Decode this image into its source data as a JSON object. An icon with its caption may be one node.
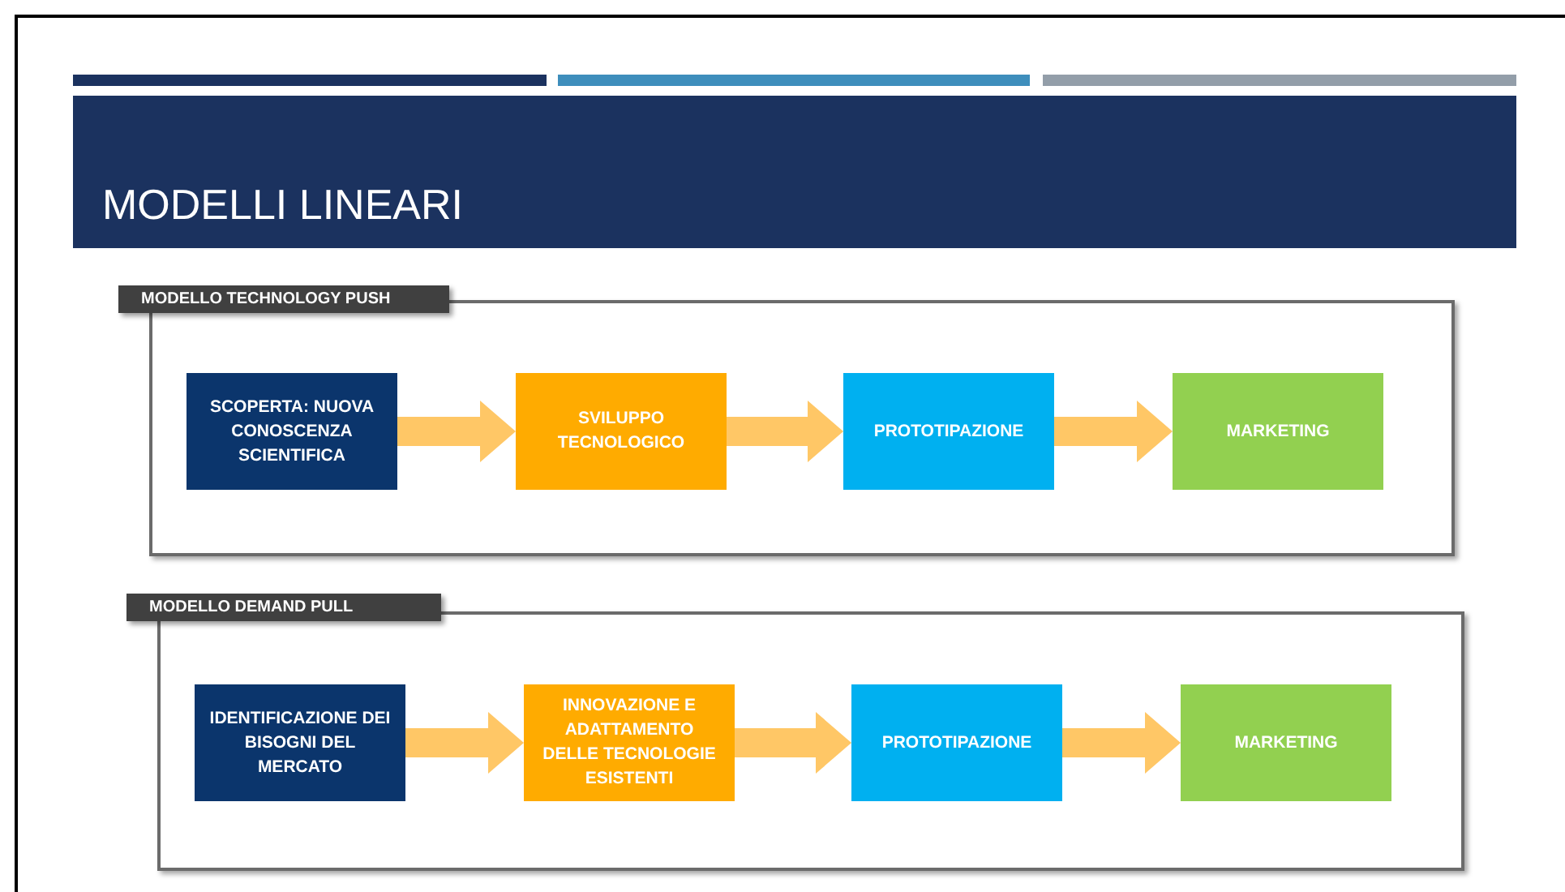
{
  "diagram": {
    "title": "MODELLI LINEARI",
    "nodes": [
      {
        "text": [
          "MODELLO TECHNOLOGY PUSH"
        ]
      },
      {
        "text": [
          "SCOPERTA: NUOVA CONOSCENZA SCIENTIFICA"
        ],
        "in": 0
      },
      {
        "text": [
          "SVILUPPO TECNOLOGICO"
        ],
        "in": 0
      },
      {
        "text": [
          "PROTOTIPAZIONE"
        ],
        "in": 0
      },
      {
        "text": [
          "MARKETING"
        ],
        "in": 0
      },
      {
        "text": [
          "MODELLO DEMAND PULL"
        ]
      },
      {
        "text": [
          "IDENTIFICAZIONE DEI BISOGNI DEL MERCATO"
        ],
        "in": 5
      },
      {
        "text": [
          "INNOVAZIONE E ADATTAMENTO DELLE TECNOLOGIE ESISTENTI"
        ],
        "in": 5
      },
      {
        "text": [
          "PROTOTIPAZIONE"
        ],
        "in": 5
      },
      {
        "text": [
          "MARKETING"
        ],
        "in": 5
      }
    ],
    "edges": [
      {
        "from": 1,
        "to": 2,
        "arrow": "to"
      },
      {
        "from": 2,
        "to": 3,
        "arrow": "to"
      },
      {
        "from": 3,
        "to": 4,
        "arrow": "to"
      },
      {
        "from": 6,
        "to": 7,
        "arrow": "to"
      },
      {
        "from": 7,
        "to": 8,
        "arrow": "to"
      },
      {
        "from": 8,
        "to": 9,
        "arrow": "to"
      }
    ]
  }
}
